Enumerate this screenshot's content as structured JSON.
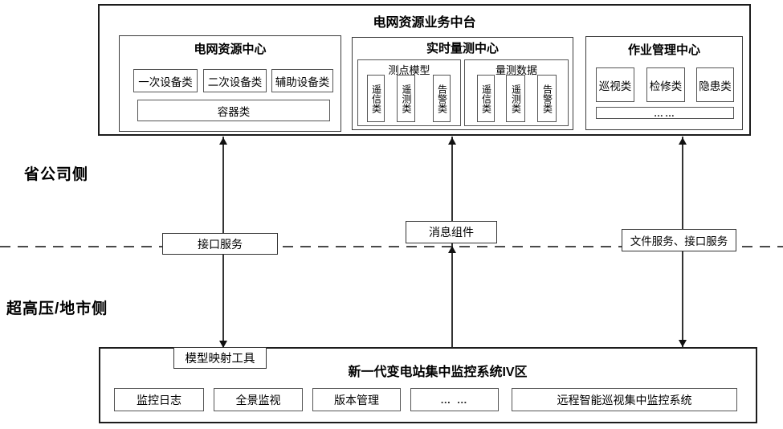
{
  "side_labels": {
    "province": "省公司侧",
    "uhv_city": "超高压/地市侧"
  },
  "platform": {
    "title": "电网资源业务中台",
    "centers": [
      {
        "title": "电网资源中心",
        "items_row": [
          "一次设备类",
          "二次设备类",
          "辅助设备类"
        ],
        "items_bar": "容器类"
      },
      {
        "title": "实时量测中心",
        "groups": [
          {
            "title": "测点模型",
            "items": [
              "遥信类",
              "遥测类",
              "告警类"
            ]
          },
          {
            "title": "量测数据",
            "items": [
              "遥信类",
              "遥测类",
              "告警类"
            ]
          }
        ]
      },
      {
        "title": "作业管理中心",
        "items_row": [
          "巡视类",
          "检修类",
          "隐患类"
        ],
        "items_bar": "……"
      }
    ]
  },
  "connectors": {
    "interface_service": "接口服务",
    "message_component": "消息组件",
    "file_interface_service": "文件服务、接口服务"
  },
  "bottom_system": {
    "title": "新一代变电站集中监控系统IV区",
    "mapping_tool": "模型映射工具",
    "items": [
      "监控日志",
      "全景监视",
      "版本管理",
      "… …",
      "远程智能巡视集中监控系统"
    ]
  }
}
